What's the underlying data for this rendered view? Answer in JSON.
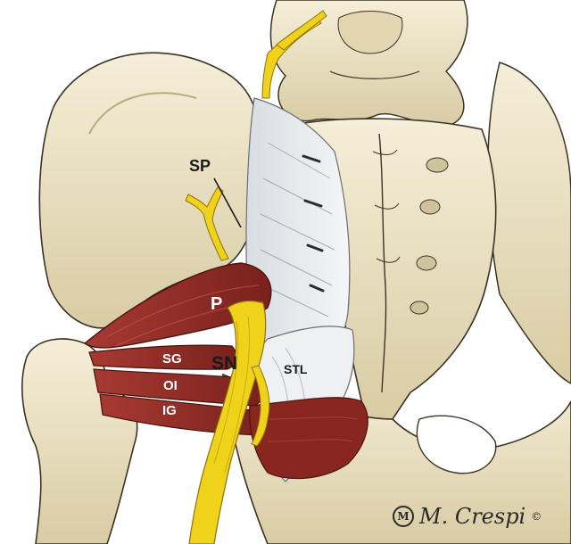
{
  "labels": {
    "sp": "SP",
    "p": "P",
    "sn": "SN",
    "sg": "SG",
    "oi": "OI",
    "ig": "IG",
    "stl": "STL"
  },
  "signature": {
    "text": "M. Crespi",
    "symbol": "©"
  },
  "colors": {
    "bone": "#efe6c8",
    "bone_shadow": "#cdbf95",
    "muscle": "#8e2a24",
    "muscle_highlight": "#b8483f",
    "nerve": "#f0d21a",
    "ligament": "#e4e7ea",
    "outline": "#3a3426"
  }
}
